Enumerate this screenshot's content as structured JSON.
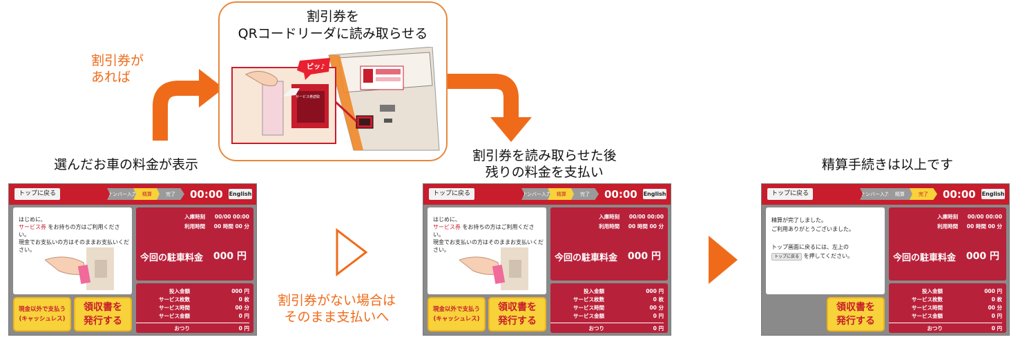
{
  "popup": {
    "title_line1": "割引券を",
    "title_line2": "QRコードリーダに読み取らせる",
    "beep": "ピッ♪",
    "ticket_label": "サービス券読取"
  },
  "left_note": {
    "line1": "割引券が",
    "line2": "あれば"
  },
  "captions": {
    "step1": "選んだお車の料金が表示",
    "step2_line1": "割引券を読み取らせた後",
    "step2_line2": "残りの料金を支払い",
    "step3": "精算手続きは以上です"
  },
  "middle_note": {
    "line1": "割引券がない場合は",
    "line2": "そのまま支払いへ"
  },
  "screen": {
    "top_button": "トップに戻る",
    "steps": [
      "ナンバー入力",
      "精算",
      "完了"
    ],
    "time": "00:00",
    "english": "English",
    "info_rows": [
      {
        "label": "入庫時刻",
        "value": "00/00 00:00"
      },
      {
        "label": "利用時間",
        "value": "00 時間 00 分"
      }
    ],
    "fee_label": "今回の駐車料金",
    "fee_value": "000 円",
    "pay_rows": [
      {
        "label": "投入金額",
        "value": "000 円"
      },
      {
        "label": "サービス枚数",
        "value": "0 枚"
      },
      {
        "label": "サービス時間",
        "value": "00 分"
      },
      {
        "label": "サービス金額",
        "value": "0 円"
      },
      {
        "label": "おつり",
        "value": "0 円"
      }
    ],
    "msg_intro_1": "はじめに、",
    "msg_intro_2a": "サービス券",
    "msg_intro_2b": " をお持ちの方はご利用ください。",
    "msg_intro_3": "現金でお支払いの方はそのままお支払いください。",
    "msg_done_1": "精算が完了しました。",
    "msg_done_2": "ご利用ありがとうございました。",
    "msg_done_3": "トップ画面に戻るには、左上の",
    "msg_done_btn": "トップに戻る",
    "msg_done_4": " を押してください。",
    "cashless_line1": "現金以外で支払う",
    "cashless_line2": "(キャッシュレス)",
    "receipt_line1": "領収書を",
    "receipt_line2": "発行する"
  },
  "colors": {
    "accent_orange": "#ef6b1a",
    "screen_red": "#c81d2c",
    "button_yellow": "#f7d23a"
  }
}
